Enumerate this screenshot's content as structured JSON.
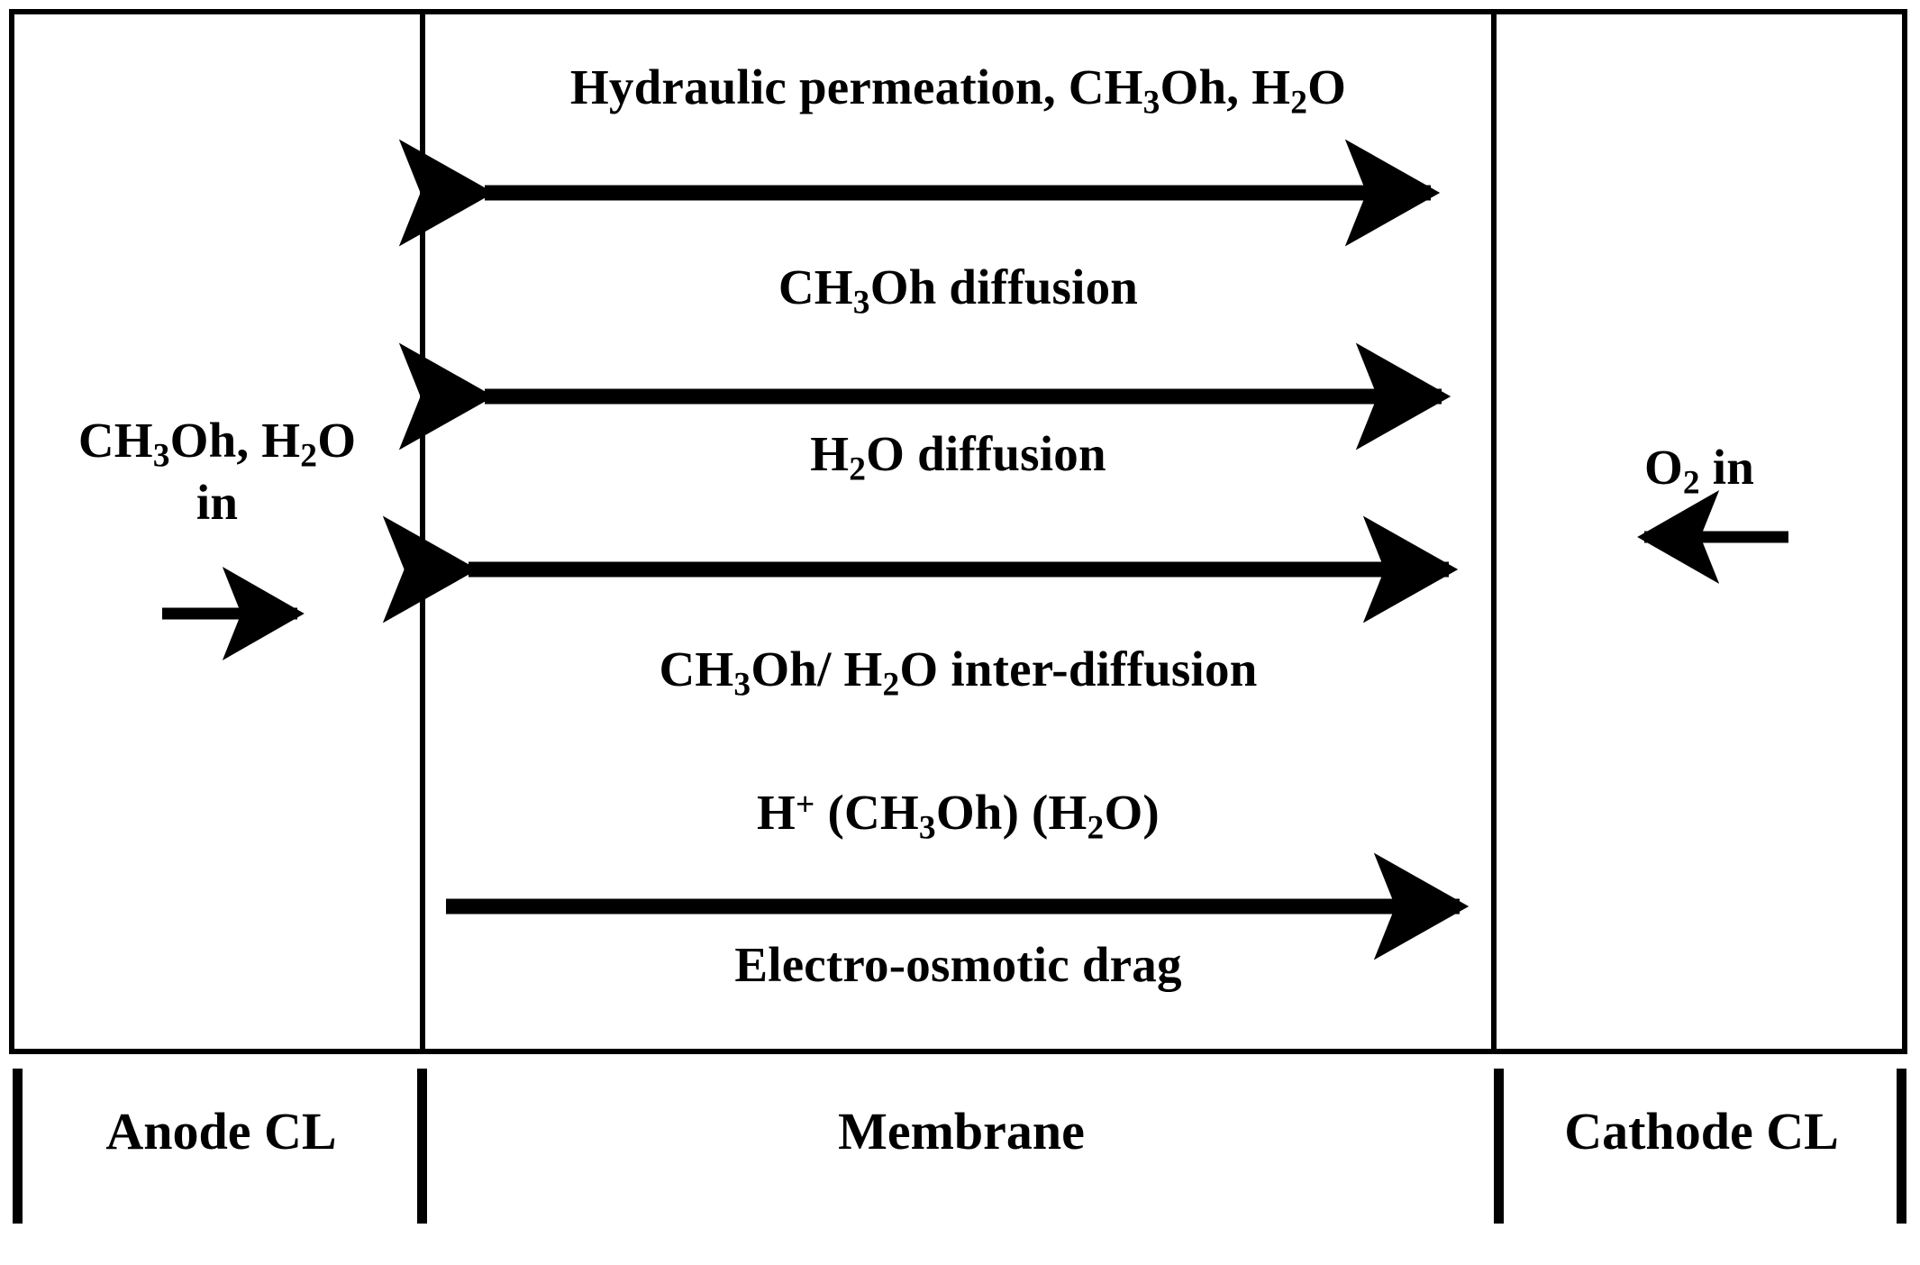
{
  "diagram": {
    "title": "DMFC membrane species transport schematic",
    "colors": {
      "line": "#000000",
      "background": "#ffffff"
    },
    "anode": {
      "feed_line1": "CH3Oh, H2O",
      "feed_line2": "in",
      "feed_label": "CH3Oh, H2O in",
      "arrow_direction": "right",
      "arrow_icon": "arrow-right-icon",
      "legend_label": "Anode CL"
    },
    "cathode": {
      "feed_label": "O2 in",
      "arrow_direction": "left",
      "arrow_icon": "arrow-left-icon",
      "legend_label": "Cathode CL"
    },
    "membrane": {
      "legend_label": "Membrane",
      "transport_mechanisms": [
        {
          "id": "hydraulic-permeation",
          "label": "Hydraulic permeation, CH3Oh, H2O",
          "arrow_direction": "bidirectional",
          "arrow_icon": "arrow-both-icon"
        },
        {
          "id": "ch3oh-diffusion",
          "label": "CH3Oh diffusion",
          "arrow_direction": "bidirectional",
          "arrow_icon": "arrow-both-icon"
        },
        {
          "id": "h2o-diffusion",
          "label": "H2O diffusion",
          "arrow_direction": "bidirectional",
          "arrow_icon": "arrow-both-icon"
        },
        {
          "id": "inter-diffusion",
          "label": "CH3Oh/ H2O inter-diffusion",
          "arrow_direction": "none",
          "arrow_icon": "none"
        },
        {
          "id": "electro-osmotic-drag",
          "label_top": "H+ (CH3Oh) (H2O)",
          "label_bottom": "Electro-osmotic drag",
          "arrow_direction": "right",
          "arrow_icon": "arrow-right-icon"
        }
      ]
    }
  }
}
